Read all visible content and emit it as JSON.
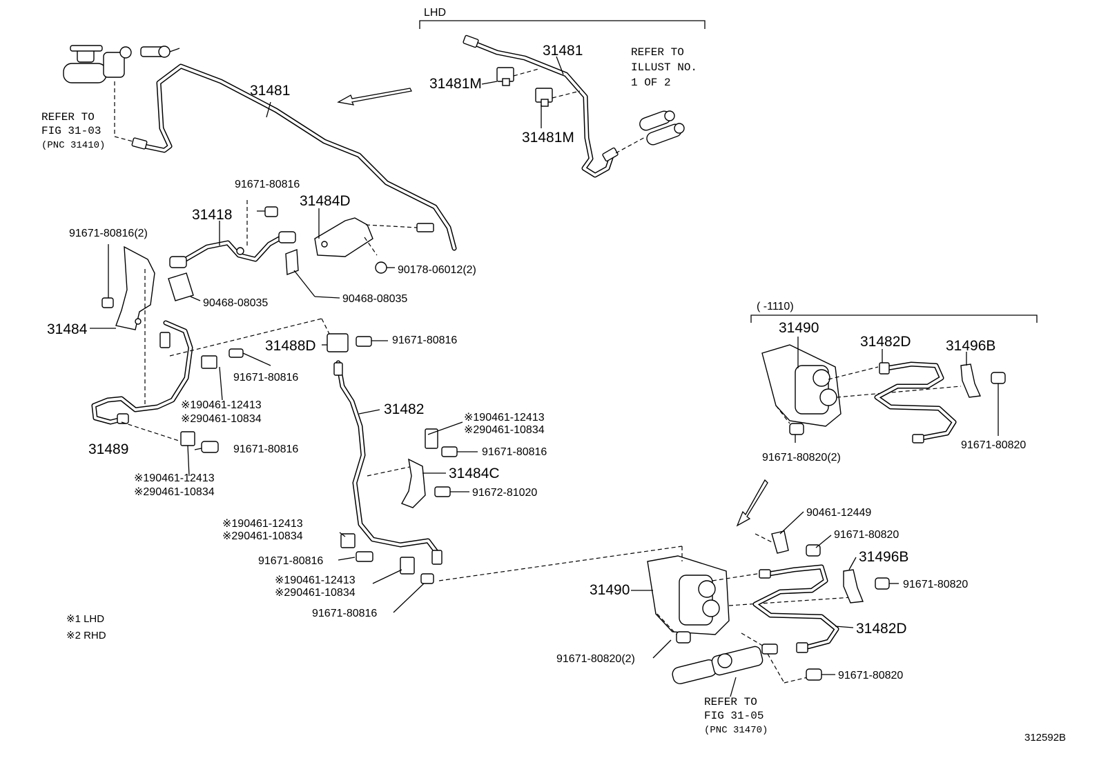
{
  "diagram_id": "312592B",
  "groups": {
    "lhd": "LHD",
    "to_1110": "(      -1110)"
  },
  "notes": {
    "refer_fig_3103": [
      "REFER TO",
      "FIG 31-03",
      "(PNC 31410)"
    ],
    "refer_illust": [
      "REFER TO",
      "ILLUST NO.",
      "1 OF 2"
    ],
    "refer_fig_3105": [
      "REFER TO",
      "FIG 31-05",
      "(PNC 31470)"
    ]
  },
  "legend": {
    "l1": "※1 LHD",
    "l2": "※2 RHD"
  },
  "labels": {
    "p31481_top": "31481",
    "p31481_lhd": "31481",
    "p31481m_a": "31481M",
    "p31481m_b": "31481M",
    "p91671_80816_a": "91671-80816",
    "p31418": "31418",
    "p31484d": "31484D",
    "p91671_80816_2": "91671-80816(2)",
    "p90178": "90178-06012(2)",
    "p90468_a": "90468-08035",
    "p90468_b": "90468-08035",
    "p31484": "31484",
    "p31488d": "31488D",
    "p91671_80816_b": "91671-80816",
    "p91671_80816_c": "91671-80816",
    "n1_a": "※190461-12413",
    "n2_a": "※290461-10834",
    "p31482": "31482",
    "p31489": "31489",
    "p91671_80816_d": "91671-80816",
    "n1_b": "※190461-12413",
    "n2_b": "※290461-10834",
    "n1_c": "※190461-12413",
    "n2_c": "※290461-10834",
    "p91671_80816_e": "91671-80816",
    "p31484c": "31484C",
    "p91672": "91672-81020",
    "n1_d": "※190461-12413",
    "n2_d": "※290461-10834",
    "p91671_80816_f": "91671-80816",
    "n1_e": "※190461-12413",
    "n2_e": "※290461-10834",
    "p91671_80816_g": "91671-80816",
    "p31490_a": "31490",
    "p31482d_a": "31482D",
    "p31496b_a": "31496B",
    "p91671_80820_2a": "91671-80820(2)",
    "p91671_80820_a": "91671-80820",
    "p90461_12449": "90461-12449",
    "p91671_80820_b": "91671-80820",
    "p31496b_b": "31496B",
    "p91671_80820_c": "91671-80820",
    "p31490_b": "31490",
    "p31482d_b": "31482D",
    "p91671_80820_2b": "91671-80820(2)",
    "p91671_80820_d": "91671-80820"
  }
}
